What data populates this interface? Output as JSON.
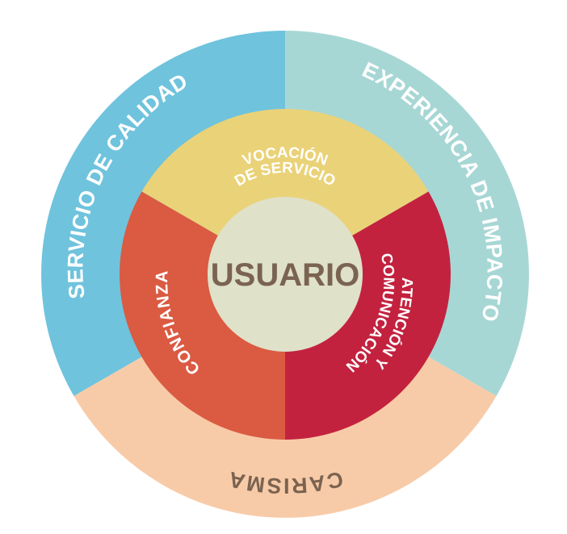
{
  "center": {
    "label": "USUARIO",
    "color": "#dfe1c9",
    "text_color": "#7a6350"
  },
  "outer_ring": [
    {
      "label": "SERVICIO DE CALIDAD",
      "color": "#6fc3dd"
    },
    {
      "label": "EXPERIENCIA DE IMPACTO",
      "color": "#a7d7d5"
    },
    {
      "label": "CARISMA",
      "color": "#f8cba8"
    }
  ],
  "inner_ring": [
    {
      "label_lines": [
        "VOCACIÓN",
        "DE SERVICIO"
      ],
      "color": "#ead278"
    },
    {
      "label_lines": [
        "ATENCIÓN Y",
        "COMUNICACIÓN"
      ],
      "color": "#c3223f"
    },
    {
      "label_lines": [
        "CONFIANZA"
      ],
      "color": "#db5a42"
    }
  ],
  "outer_text_colors": {
    "light": "#ffffff",
    "dark": "#7a6350"
  }
}
